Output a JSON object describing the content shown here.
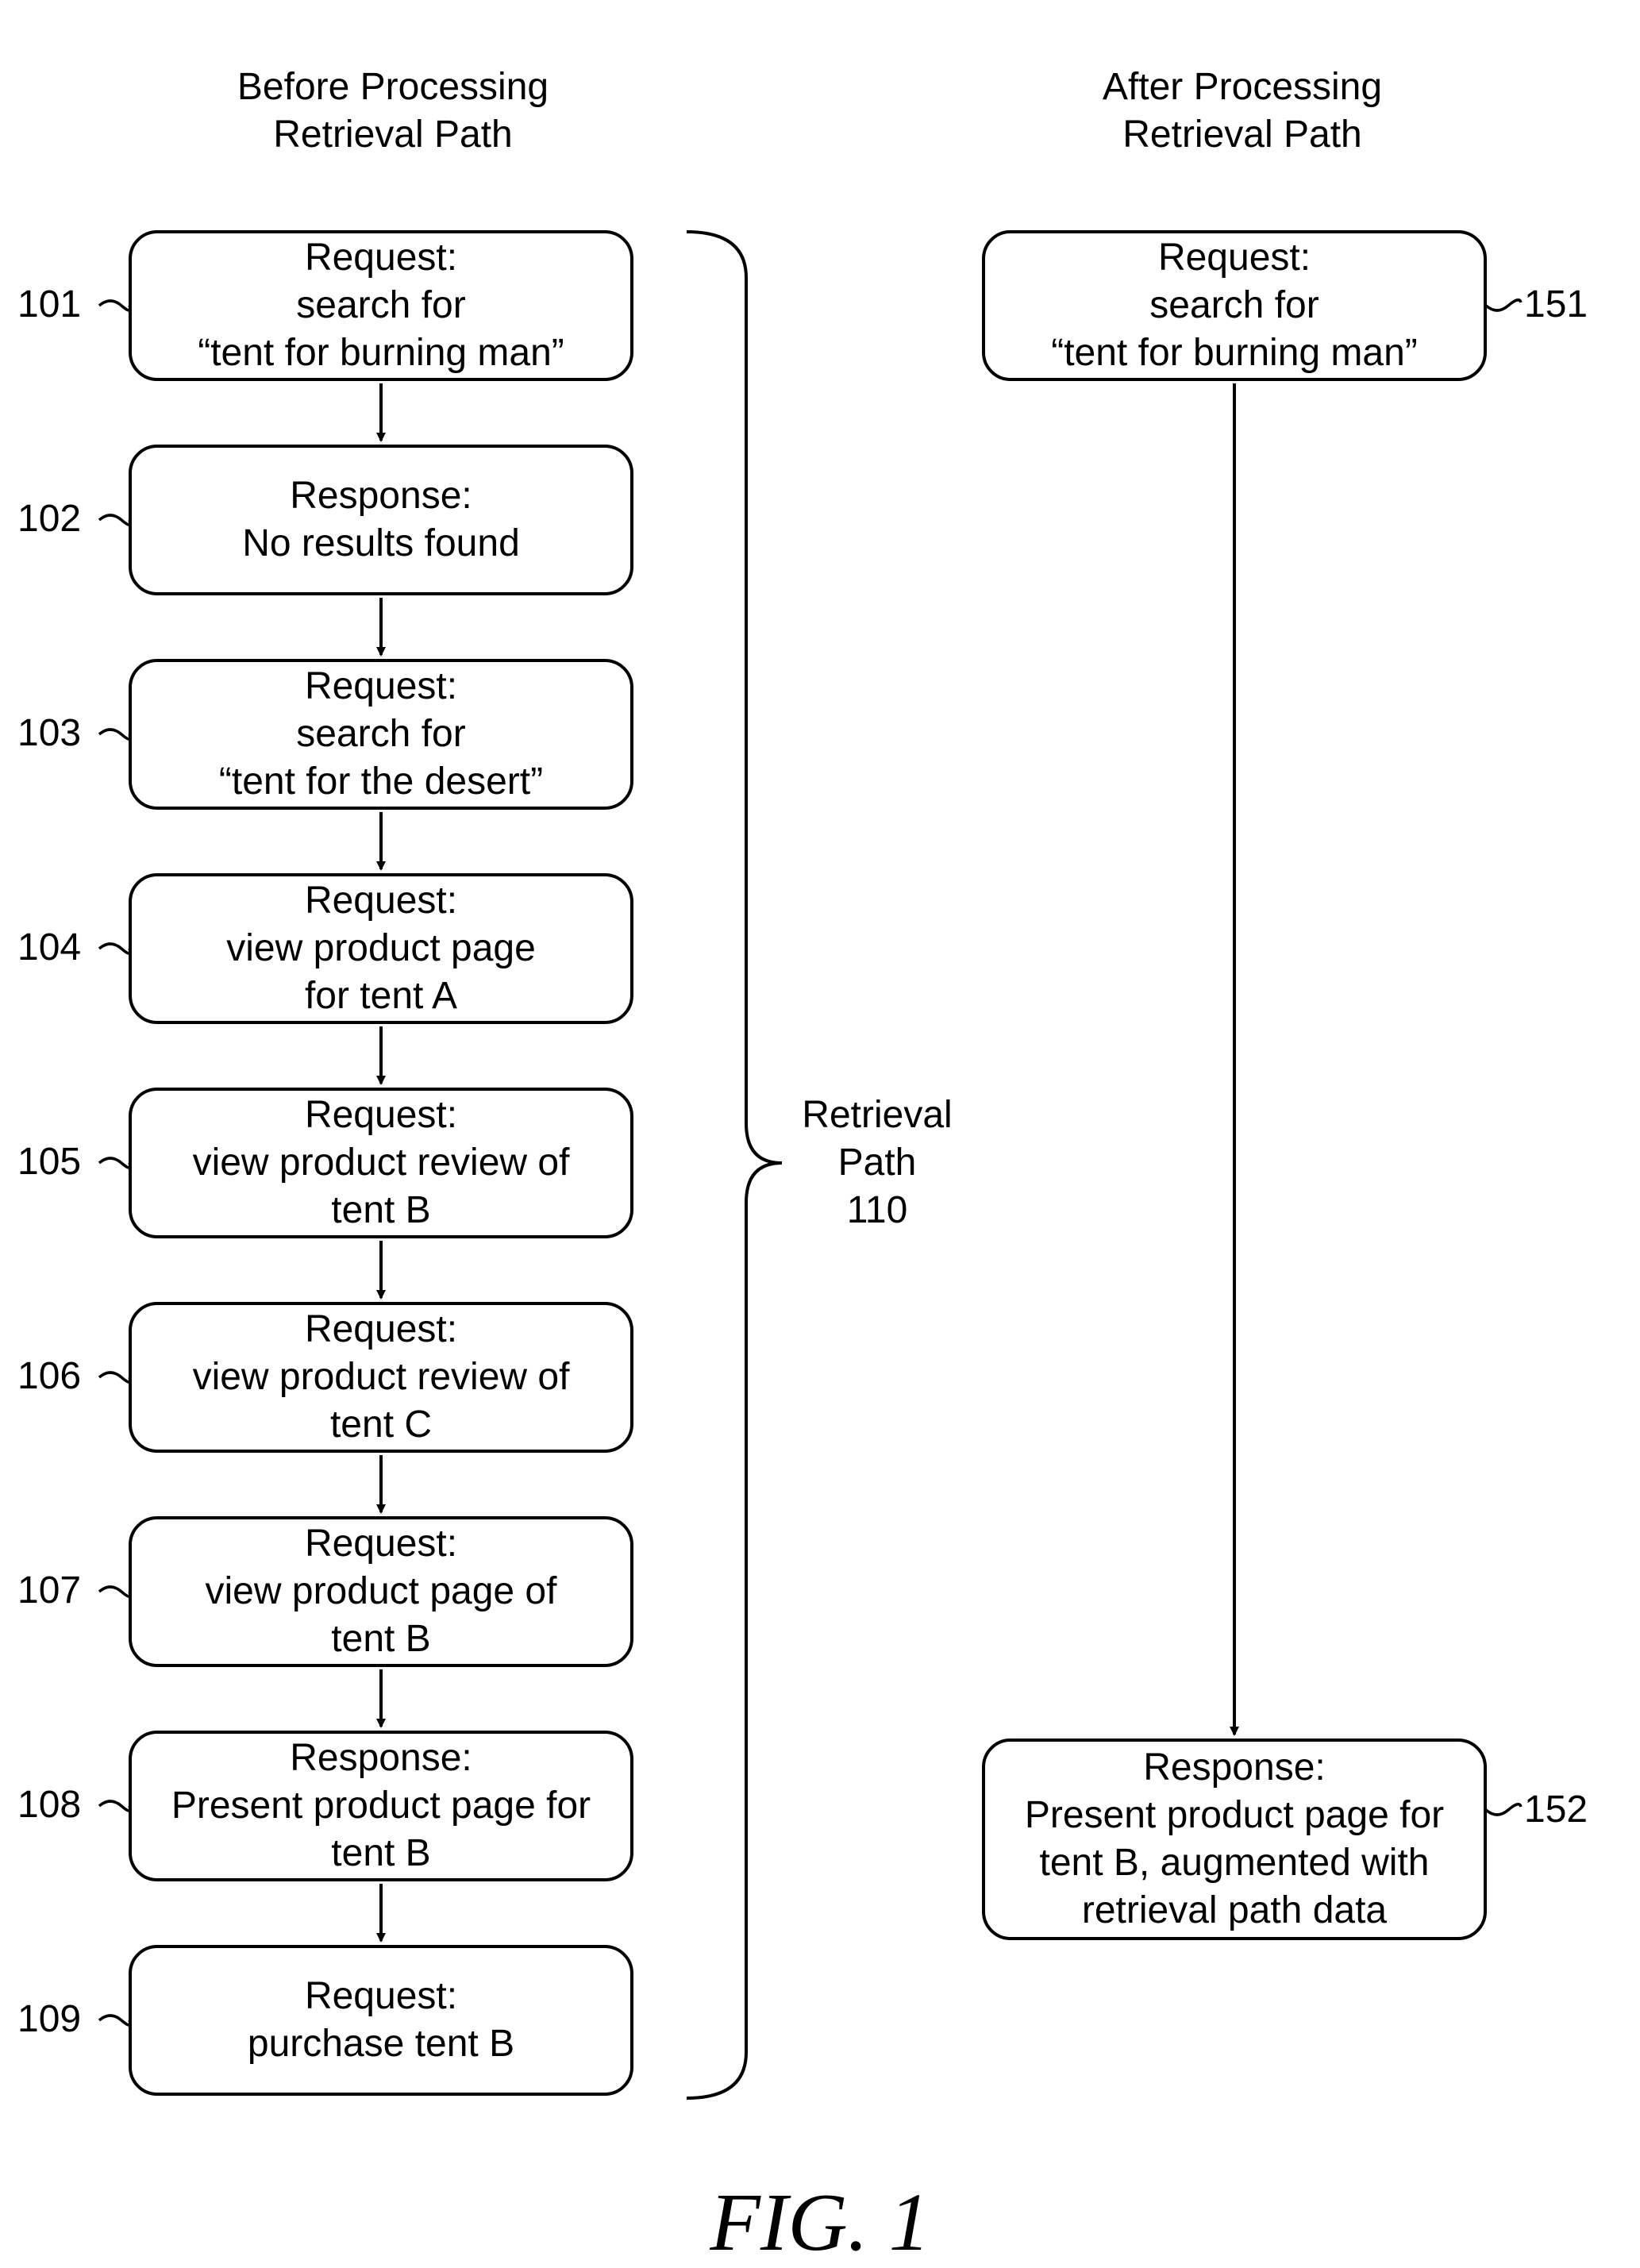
{
  "columns": {
    "before": {
      "heading": "Before Processing\nRetrieval Path"
    },
    "after": {
      "heading": "After Processing\nRetrieval Path"
    }
  },
  "before_steps": [
    {
      "ref": "101",
      "text": "Request:\nsearch for\n“tent for burning man”"
    },
    {
      "ref": "102",
      "text": "Response:\nNo results found"
    },
    {
      "ref": "103",
      "text": "Request:\nsearch for\n“tent for the desert”"
    },
    {
      "ref": "104",
      "text": "Request:\nview product page\nfor tent A"
    },
    {
      "ref": "105",
      "text": "Request:\nview product review of\ntent B"
    },
    {
      "ref": "106",
      "text": "Request:\nview product review of\ntent C"
    },
    {
      "ref": "107",
      "text": "Request:\nview product page of\ntent B"
    },
    {
      "ref": "108",
      "text": "Response:\nPresent product page for\ntent B"
    },
    {
      "ref": "109",
      "text": "Request:\npurchase tent B"
    }
  ],
  "after_steps": [
    {
      "ref": "151",
      "text": "Request:\nsearch for\n“tent for burning man”"
    },
    {
      "ref": "152",
      "text": "Response:\nPresent product page for\ntent B, augmented with\nretrieval path data"
    }
  ],
  "brace": {
    "label": "Retrieval\nPath\n110"
  },
  "figure_label": "FIG. 1"
}
